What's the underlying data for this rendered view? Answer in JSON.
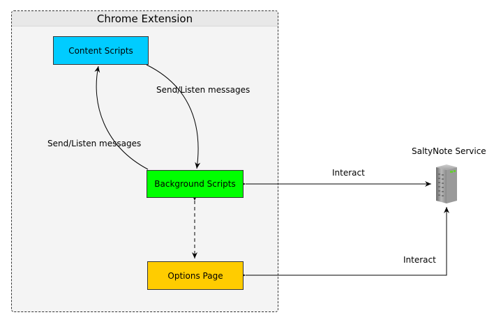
{
  "container": {
    "title": "Chrome Extension"
  },
  "nodes": {
    "content_scripts": {
      "label": "Content Scripts",
      "color": "#00ccff"
    },
    "background_scripts": {
      "label": "Background Scripts",
      "color": "#00ff00"
    },
    "options_page": {
      "label": "Options Page",
      "color": "#ffcc00"
    },
    "service": {
      "label": "SaltyNote Service",
      "icon": "server-icon"
    }
  },
  "edges": {
    "send_listen_1": "Send/Listen messages",
    "send_listen_2": "Send/Listen messages",
    "interact_1": "Interact",
    "interact_2": "Interact"
  }
}
